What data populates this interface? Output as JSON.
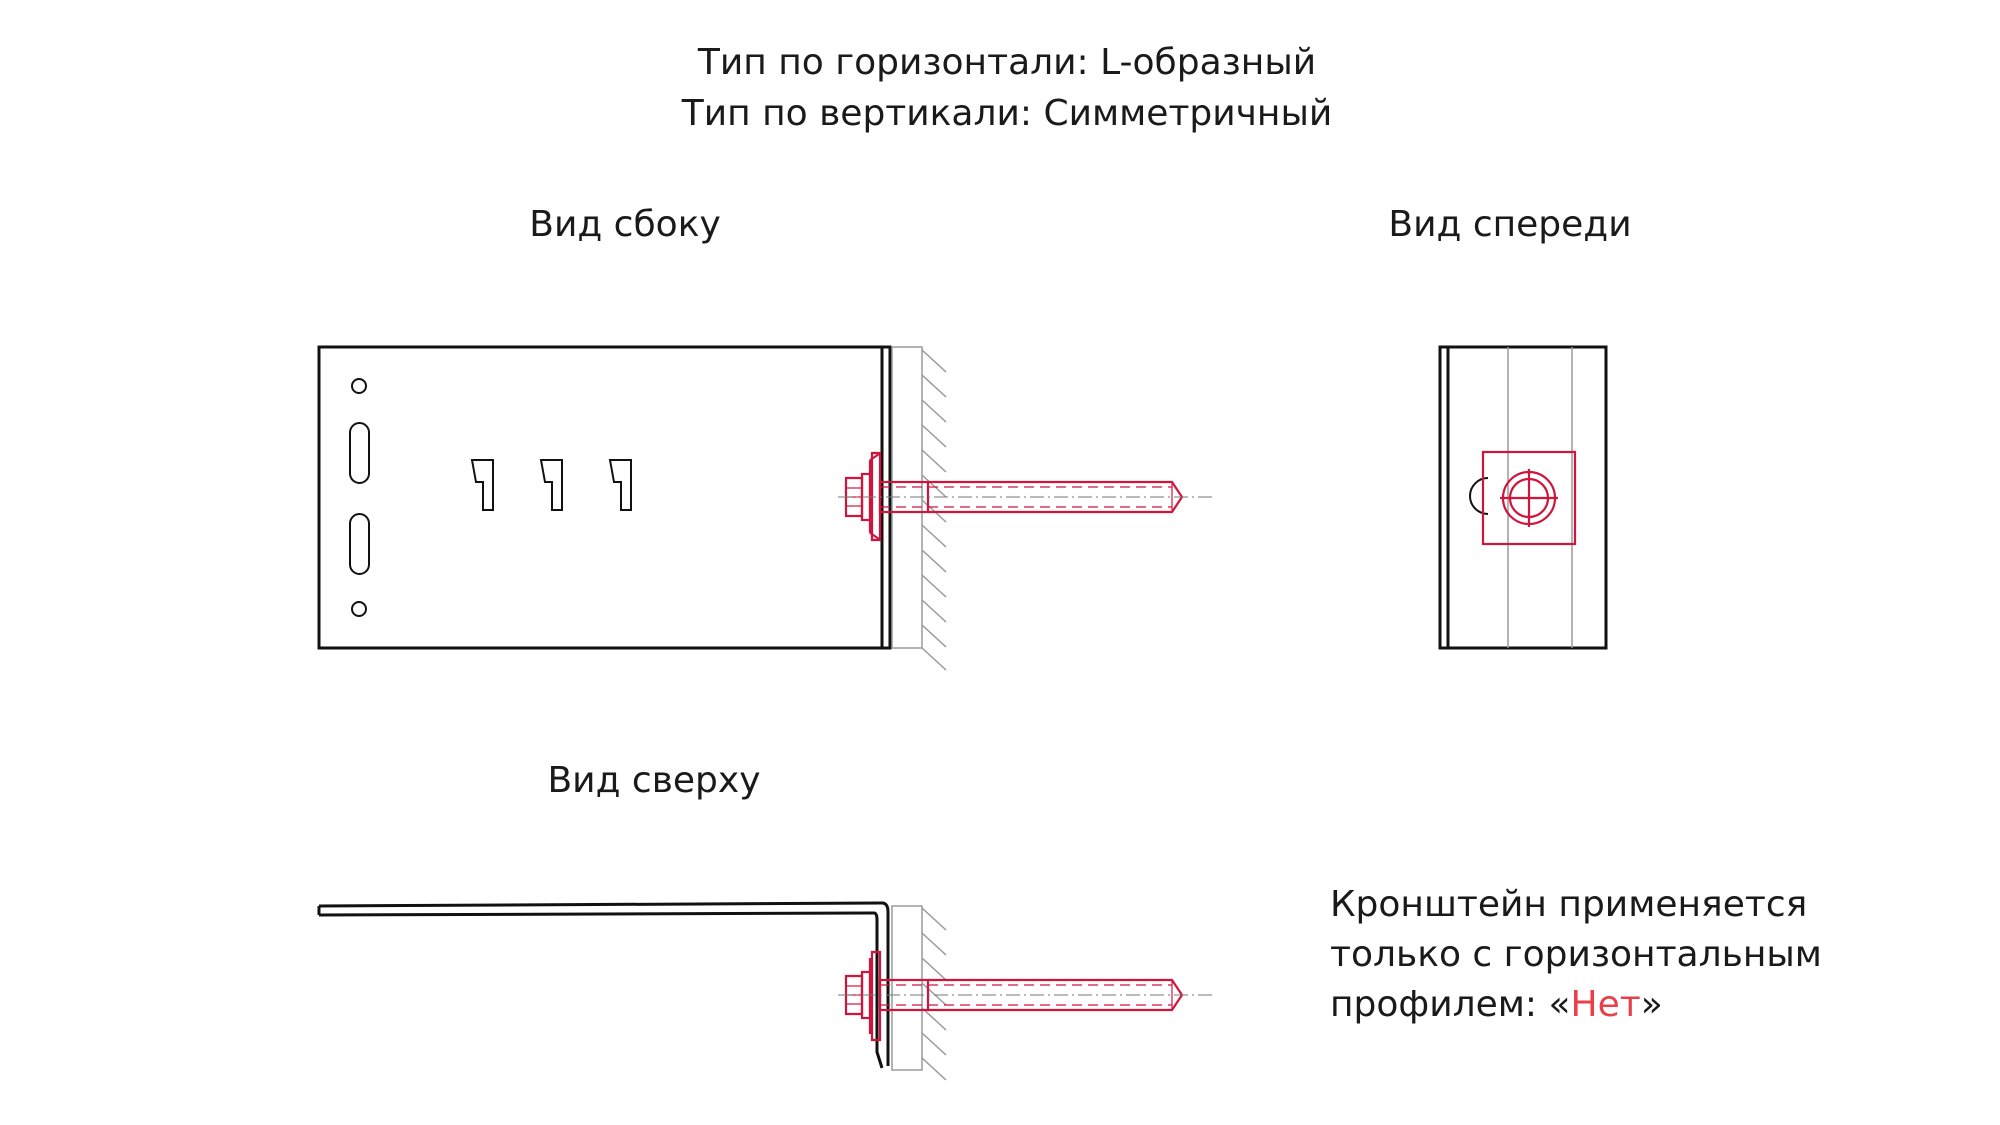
{
  "header": {
    "line1": "Тип по горизонтали: L-образный",
    "line2": "Тип по вертикали: Симметричный"
  },
  "views": {
    "side": "Вид сбоку",
    "front": "Вид спереди",
    "top": "Вид сверху"
  },
  "note": {
    "line1": "Кронштейн применяется",
    "line2": "только с горизонтальным",
    "line3_prefix": "профилем: «",
    "line3_highlight": "Нет",
    "line3_suffix": "»"
  },
  "colors": {
    "line": "#111111",
    "hardware": "#d0143c",
    "highlight": "#e8404a",
    "hatch": "#9a9a9a"
  }
}
